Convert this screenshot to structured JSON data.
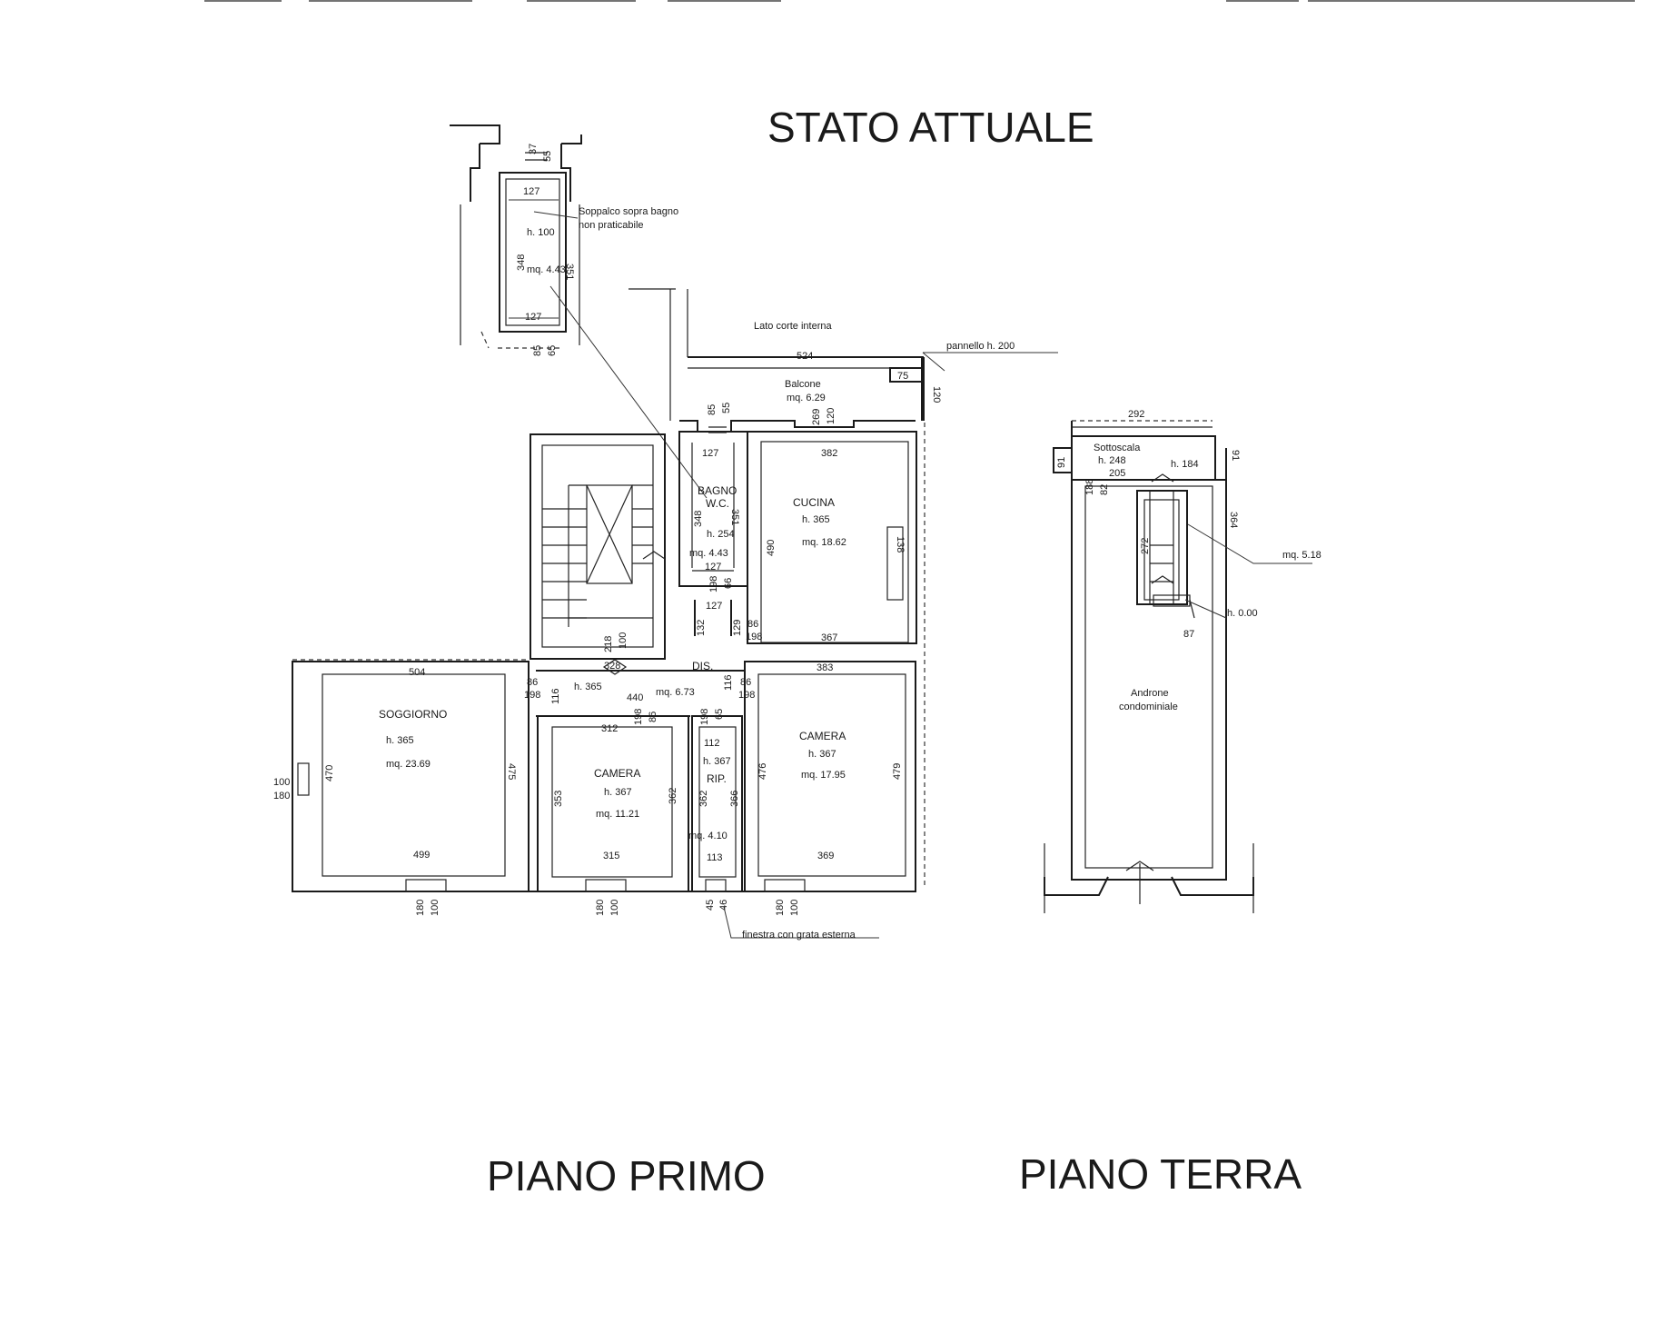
{
  "title": "STATO ATTUALE",
  "floors": {
    "primo": "PIANO PRIMO",
    "terra": "PIANO TERRA"
  },
  "notes": {
    "soppalco_1": "Soppalco sopra bagno",
    "soppalco_2": "non praticabile",
    "lato_corte": "Lato corte interna",
    "pannello": "pannello h. 200",
    "finestra": "finestra con grata esterna"
  },
  "rooms": {
    "soppalco": {
      "h": "h. 100",
      "mq": "mq. 4.43"
    },
    "balcone": {
      "name": "Balcone",
      "mq": "mq. 6.29"
    },
    "bagno": {
      "name": "BAGNO",
      "name2": "W.C.",
      "h": "h. 254",
      "mq": "mq. 4.43"
    },
    "cucina": {
      "name": "CUCINA",
      "h": "h. 365",
      "mq": "mq. 18.62"
    },
    "dis": {
      "name": "DIS.",
      "h": "h. 365",
      "mq": "mq. 6.73"
    },
    "soggiorno": {
      "name": "SOGGIORNO",
      "h": "h. 365",
      "mq": "mq. 23.69"
    },
    "camera_small": {
      "name": "CAMERA",
      "h": "h. 367",
      "mq": "mq. 11.21"
    },
    "rip": {
      "name": "RIP.",
      "h": "h. 367",
      "mq": "mq. 4.10"
    },
    "camera_big": {
      "name": "CAMERA",
      "h": "h. 367",
      "mq": "mq. 17.95"
    },
    "sottoscala": {
      "name": "Sottoscala",
      "h": "h. 248",
      "h2": "h. 184",
      "mq": "mq. 5.18",
      "h0": "h. 0.00"
    },
    "androne": {
      "name": "Androne",
      "name2": "condominiale"
    }
  },
  "dims": {
    "sop_55": "55",
    "sop_37": "37",
    "sop_127a": "127",
    "sop_348": "348",
    "sop_351": "351",
    "sop_127b": "127",
    "sop_85": "85",
    "sop_65": "65",
    "bal_524": "524",
    "bal_75": "75",
    "bal_120": "120",
    "bal_85": "85",
    "bal_55": "55",
    "bal_269": "269",
    "bal_120b": "120",
    "bag_127": "127",
    "bag_348": "348",
    "bag_351": "351",
    "bag_127b": "127",
    "bag_198": "198",
    "bag_66": "66",
    "bag_127c": "127",
    "cuc_382": "382",
    "cuc_490": "490",
    "cuc_367": "367",
    "cuc_86": "86",
    "cuc_198": "198",
    "cuc_129": "129",
    "cuc_132": "132",
    "cuc_win": "138",
    "sta_218": "218",
    "sta_100": "100",
    "sta_328": "328",
    "sog_504": "504",
    "sog_86": "86",
    "sog_198": "198",
    "sog_116": "116",
    "sog_470": "470",
    "sog_475": "475",
    "sog_499": "499",
    "sog_100": "100",
    "sog_180": "180",
    "dis_440": "440",
    "dis_198": "198",
    "dis_86": "86",
    "dis_116": "116",
    "dis_86b": "86",
    "dis_198b": "198",
    "dis_198c": "198",
    "dis_65": "65",
    "cam1_312": "312",
    "cam1_353": "353",
    "cam1_362": "362",
    "cam1_315": "315",
    "rip_112": "112",
    "rip_362": "362",
    "rip_366": "366",
    "rip_113": "113",
    "cam2_383": "383",
    "cam2_476": "476",
    "cam2_479": "479",
    "cam2_369": "369",
    "w1_180": "180",
    "w1_100": "100",
    "w2_180": "180",
    "w2_100": "100",
    "w3_45": "45",
    "w3_46": "46",
    "w4_180": "180",
    "w4_100": "100",
    "pt_292": "292",
    "pt_91a": "91",
    "pt_91b": "91",
    "pt_188": "188",
    "pt_82": "82",
    "pt_205": "205",
    "pt_364": "364",
    "pt_272": "272",
    "pt_87": "87"
  }
}
